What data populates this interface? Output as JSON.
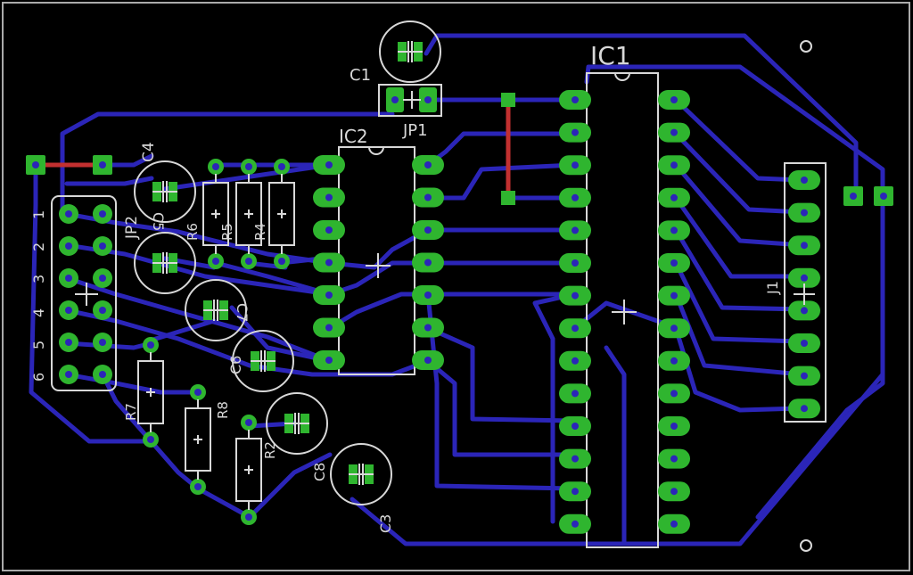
{
  "colors": {
    "background": "#000000",
    "bottom_trace": "#2b25b8",
    "top_trace": "#c23030",
    "pad": "#2fb52f",
    "silkscreen": "#d8d8d8"
  },
  "components": {
    "ic1": "IC1",
    "ic2": "IC2",
    "jp1": "JP1",
    "jp2": "JP2",
    "j1": "J1",
    "c1": "C1",
    "c3": "C3",
    "c4": "C4",
    "c5": "C5",
    "c6": "C6",
    "c7": "C7",
    "c8": "C8",
    "r2": "R2",
    "r4": "R4",
    "r5": "R5",
    "r6": "R6",
    "r7": "R7",
    "r8": "R8"
  },
  "jp2_pins": [
    "1",
    "2",
    "3",
    "4",
    "5",
    "6"
  ]
}
